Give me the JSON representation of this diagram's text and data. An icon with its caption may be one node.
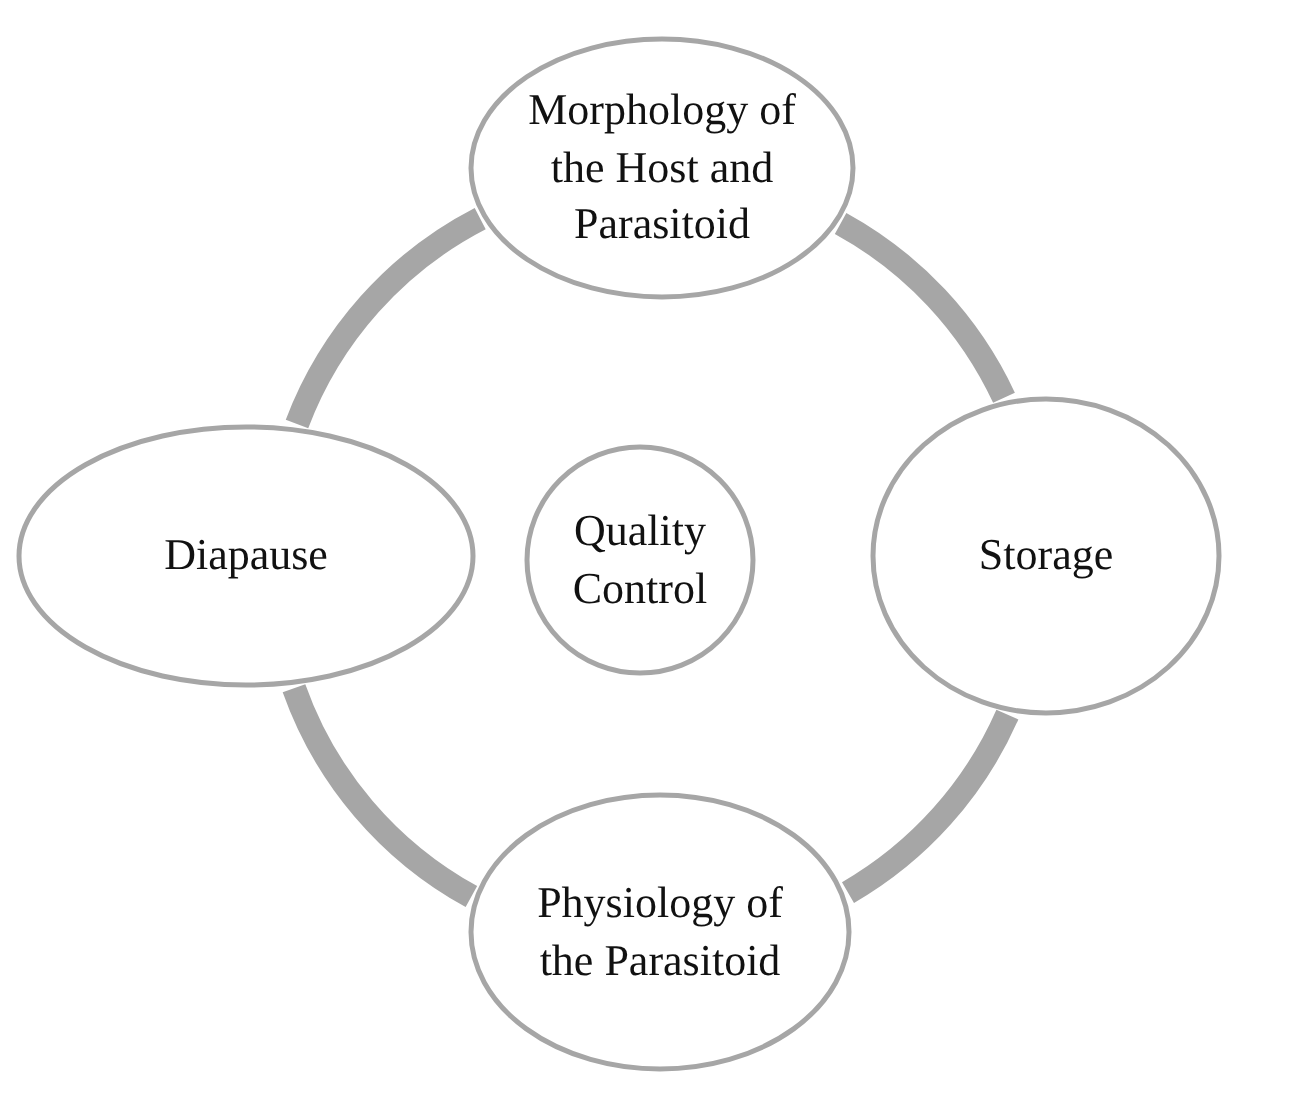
{
  "diagram": {
    "nodes": [
      {
        "text": [
          "Morphology of the Host and Parasitoid"
        ]
      },
      {
        "text": [
          "Diapause"
        ]
      },
      {
        "text": [
          "Quality Control"
        ]
      },
      {
        "text": [
          "Storage"
        ]
      },
      {
        "text": [
          "Physiology of the Parasitoid"
        ]
      }
    ],
    "edges": [
      {
        "from": 0,
        "to": 3,
        "arrow": "none"
      },
      {
        "from": 3,
        "to": 4,
        "arrow": "none"
      },
      {
        "from": 4,
        "to": 1,
        "arrow": "none"
      },
      {
        "from": 1,
        "to": 0,
        "arrow": "none"
      }
    ]
  }
}
